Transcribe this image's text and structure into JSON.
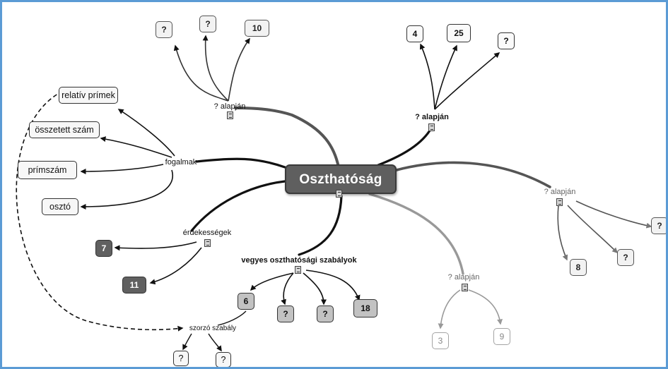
{
  "central": "Oszthatóság",
  "branches": {
    "top_left_label": "? alapján",
    "top_left_children": [
      "?",
      "?",
      "10"
    ],
    "top_right_label": "? alapján",
    "top_right_children": [
      "4",
      "25",
      "?"
    ],
    "right_label": "? alapján",
    "right_children": [
      "8",
      "?",
      "?"
    ],
    "bottom_right_label": "? alapján",
    "bottom_right_children": [
      "3",
      "9"
    ],
    "mixed_label": "vegyes oszthatósági szabályok",
    "mixed_children": [
      "6",
      "?",
      "?",
      "18"
    ],
    "product_rule_label": "szorzó szabály",
    "product_rule_children": [
      "?",
      "?"
    ],
    "curiosities_label": "érdekességek",
    "curiosities_children": [
      "7",
      "11"
    ],
    "concepts_label": "fogalmak",
    "concepts_children": [
      "relatív prímek",
      "összetett szám",
      "prímszám",
      "osztó"
    ]
  }
}
